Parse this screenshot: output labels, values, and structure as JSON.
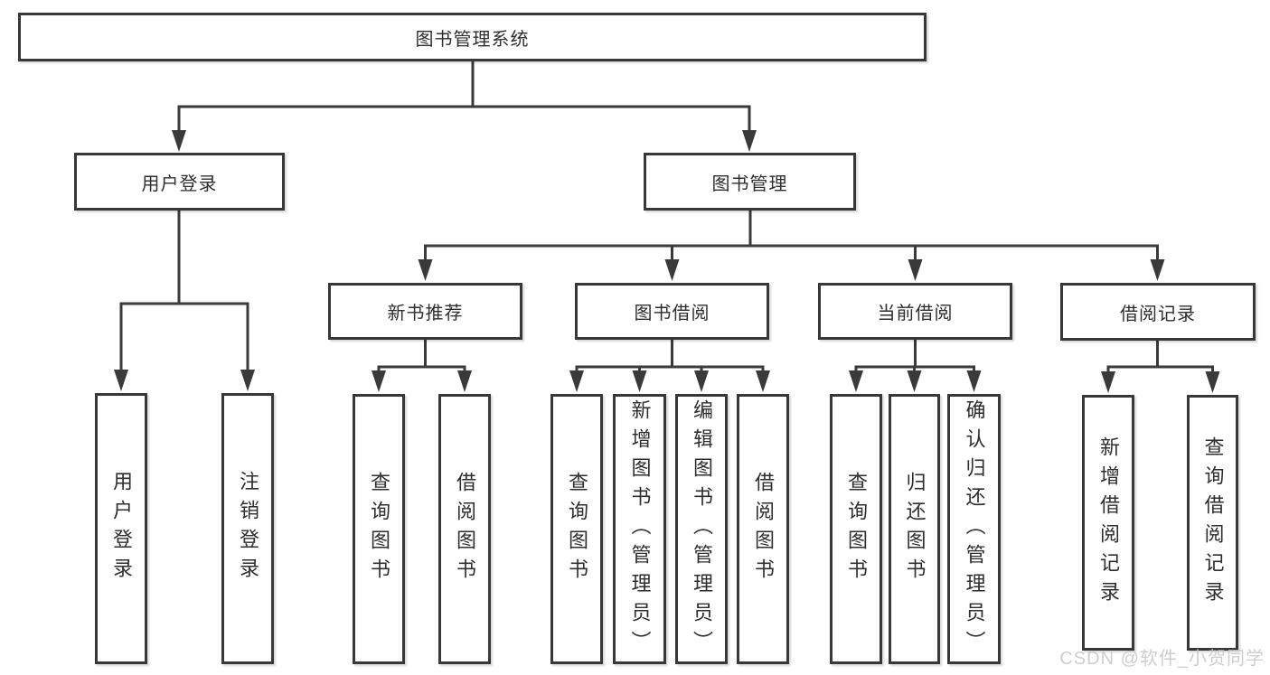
{
  "diagram": {
    "root": {
      "label": "图书管理系统"
    },
    "branches": [
      {
        "label": "用户登录",
        "children": [
          {
            "label": "用户登录"
          },
          {
            "label": "注销登录"
          }
        ]
      },
      {
        "label": "图书管理",
        "children": [
          {
            "label": "新书推荐",
            "children": [
              {
                "label": "查询图书"
              },
              {
                "label": "借阅图书"
              }
            ]
          },
          {
            "label": "图书借阅",
            "children": [
              {
                "label": "查询图书"
              },
              {
                "label": "新增图书（管理员）"
              },
              {
                "label": "编辑图书（管理员）"
              },
              {
                "label": "借阅图书"
              }
            ]
          },
          {
            "label": "当前借阅",
            "children": [
              {
                "label": "查询图书"
              },
              {
                "label": "归还图书"
              },
              {
                "label": "确认归还（管理员）"
              }
            ]
          },
          {
            "label": "借阅记录",
            "children": [
              {
                "label": "新增借阅记录"
              },
              {
                "label": "查询借阅记录"
              }
            ]
          }
        ]
      }
    ]
  },
  "watermark": {
    "text": "CSDN @软件_小贺同学"
  },
  "colors": {
    "line": "#3a3a3a",
    "border": "#383838",
    "text": "#2e2e2e",
    "watermark": "#c9c9c9",
    "background": "#ffffff"
  }
}
